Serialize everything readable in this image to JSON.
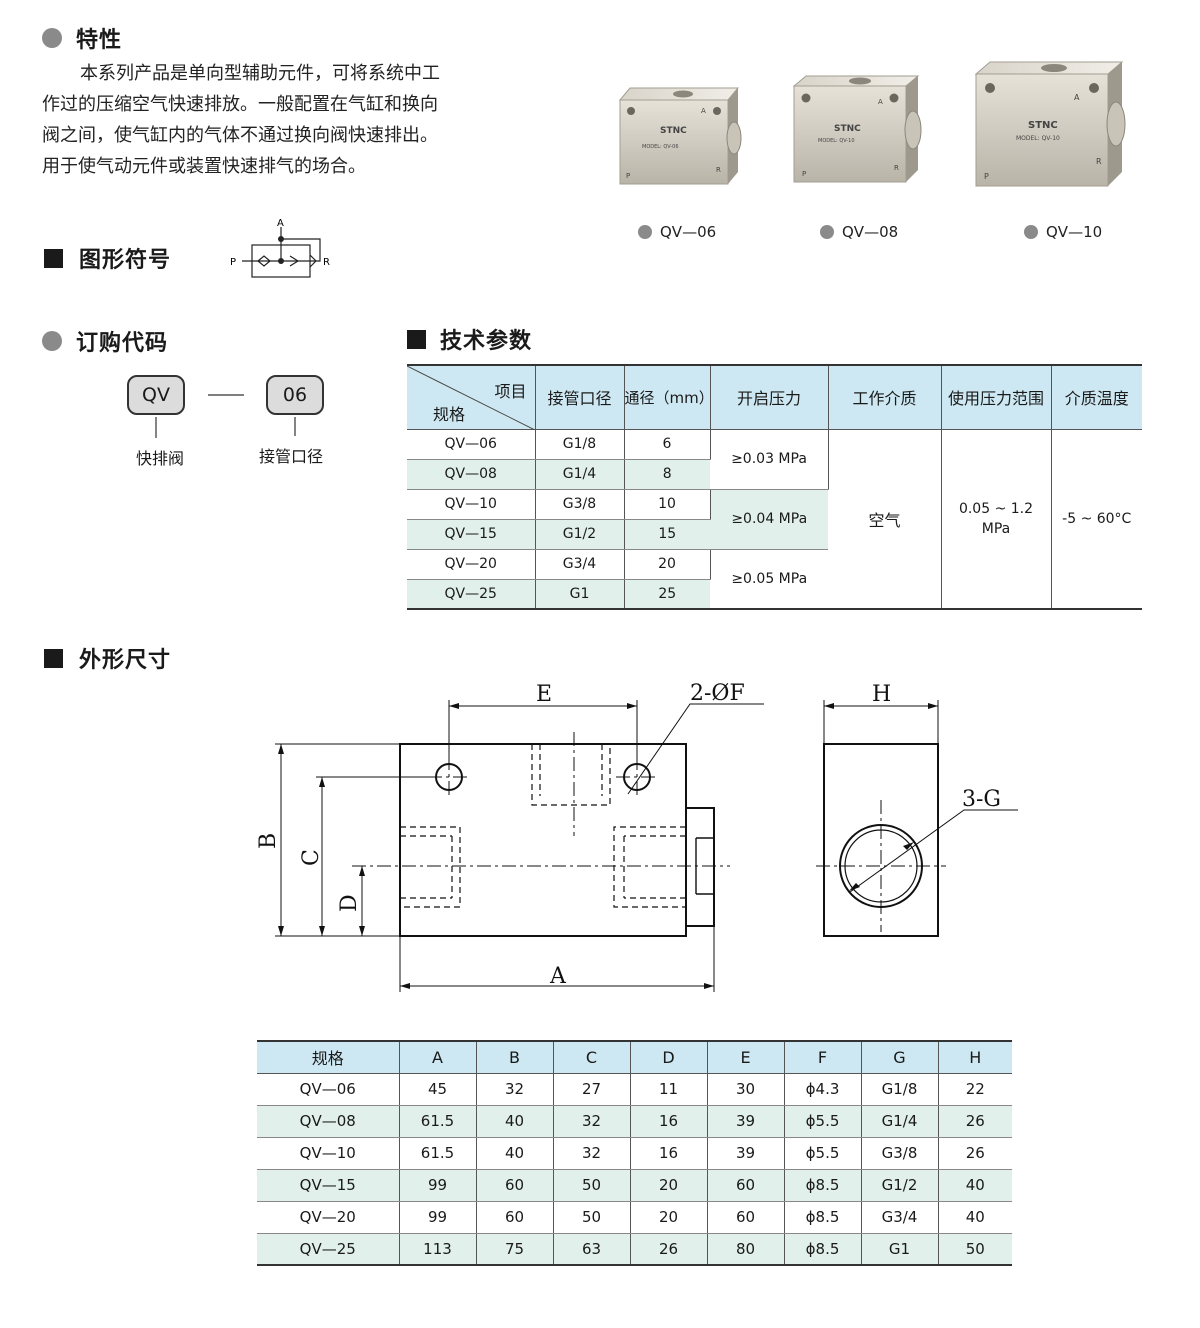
{
  "features": {
    "title": "特性",
    "lines": [
      "本系列产品是单向型辅助元件，可将系统中工",
      "作过的压缩空气快速排放。一般配置在气缸和换向",
      "阀之间，使气缸内的气体不通过换向阀快速排出。",
      "用于使气动元件或装置快速排气的场合。"
    ]
  },
  "symbol": {
    "title": "图形符号",
    "port_a": "A",
    "port_p": "P",
    "port_r": "R"
  },
  "products": [
    {
      "caption": "QV—06",
      "brand": "STNC",
      "model": "MODEL: QV-06",
      "port_a": "A",
      "port_p": "P",
      "port_r": "R"
    },
    {
      "caption": "QV—08",
      "brand": "STNC",
      "model": "MODEL: QV-10",
      "port_a": "A",
      "port_p": "P",
      "port_r": "R"
    },
    {
      "caption": "QV—10",
      "brand": "STNC",
      "model": "MODEL: QV-10",
      "port_a": "A",
      "port_p": "P",
      "port_r": "R"
    }
  ],
  "order_code": {
    "title": "订购代码",
    "code1": "QV",
    "code2": "06",
    "label1": "快排阀",
    "label2": "接管口径"
  },
  "tech_params": {
    "title": "技术参数",
    "header_item": "项目",
    "header_spec": "规格",
    "headers": [
      "接管口径",
      "通径（mm）",
      "开启压力",
      "工作介质",
      "使用压力范围",
      "介质温度"
    ],
    "rows": [
      {
        "spec": "QV—06",
        "port": "G1/8",
        "bore": "6"
      },
      {
        "spec": "QV—08",
        "port": "G1/4",
        "bore": "8"
      },
      {
        "spec": "QV—10",
        "port": "G3/8",
        "bore": "10"
      },
      {
        "spec": "QV—15",
        "port": "G1/2",
        "bore": "15"
      },
      {
        "spec": "QV—20",
        "port": "G3/4",
        "bore": "20"
      },
      {
        "spec": "QV—25",
        "port": "G1",
        "bore": "25"
      }
    ],
    "open_pressure": [
      "≥0.03 MPa",
      "≥0.04 MPa",
      "≥0.05 MPa"
    ],
    "medium": "空气",
    "pressure_range_1": "0.05 ~ 1.2",
    "pressure_range_2": "MPa",
    "temperature": "-5 ~ 60°C"
  },
  "dimensions": {
    "title": "外形尺寸",
    "labels": {
      "A": "A",
      "B": "B",
      "C": "C",
      "D": "D",
      "E": "E",
      "F": "2-ØF",
      "G": "3-G",
      "H": "H"
    },
    "headers": [
      "规格",
      "A",
      "B",
      "C",
      "D",
      "E",
      "F",
      "G",
      "H"
    ],
    "rows": [
      [
        "QV—06",
        "45",
        "32",
        "27",
        "11",
        "30",
        "ϕ4.3",
        "G1/8",
        "22"
      ],
      [
        "QV—08",
        "61.5",
        "40",
        "32",
        "16",
        "39",
        "ϕ5.5",
        "G1/4",
        "26"
      ],
      [
        "QV—10",
        "61.5",
        "40",
        "32",
        "16",
        "39",
        "ϕ5.5",
        "G3/8",
        "26"
      ],
      [
        "QV—15",
        "99",
        "60",
        "50",
        "20",
        "60",
        "ϕ8.5",
        "G1/2",
        "40"
      ],
      [
        "QV—20",
        "99",
        "60",
        "50",
        "20",
        "60",
        "ϕ8.5",
        "G3/4",
        "40"
      ],
      [
        "QV—25",
        "113",
        "75",
        "63",
        "26",
        "80",
        "ϕ8.5",
        "G1",
        "50"
      ]
    ]
  }
}
